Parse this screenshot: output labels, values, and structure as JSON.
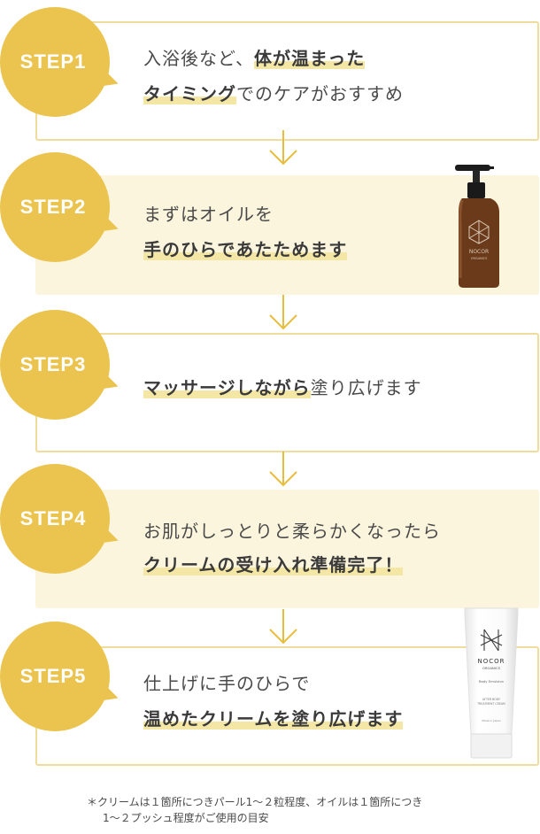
{
  "steps": [
    {
      "label": "STEP1",
      "line1_plain": "入浴後など、",
      "line1_bold": "体が温まった",
      "line2_bold": "タイミング",
      "line2_plain": "でのケアがおすすめ"
    },
    {
      "label": "STEP2",
      "line1_plain": "まずはオイルを",
      "line2_bold": "手のひらであたためます"
    },
    {
      "label": "STEP3",
      "line1_bold": "マッサージしながら",
      "line1_plain": "塗り広げます"
    },
    {
      "label": "STEP4",
      "line1_plain": "お肌がしっとりと柔らかくなったら",
      "line2_bold": "クリームの受け入れ準備完了！"
    },
    {
      "label": "STEP5",
      "line1_plain": "仕上げに手のひらで",
      "line2_bold": "温めたクリームを塗り広げます"
    }
  ],
  "products": {
    "oil_bottle": {
      "brand": "NOCOR",
      "sub": "ORGANICS"
    },
    "cream_tube": {
      "brand": "NOCOR",
      "sub": "ORGANICS",
      "line1": "Body Emulsion",
      "line2": "AFTER BODY",
      "line3": "TREATMENT CREAM",
      "line4": "Made in Japan"
    }
  },
  "note": {
    "line1": "＊クリームは１箇所につきパール1〜２粒程度、オイルは１箇所につき",
    "line2": "1〜２プッシュ程度がご使用の目安"
  },
  "colors": {
    "badge": "#ebc450",
    "border": "#f0dc9c",
    "fill": "#fcf5dd",
    "highlight": "#f4e7a6",
    "arrow": "#e8bd3c"
  }
}
